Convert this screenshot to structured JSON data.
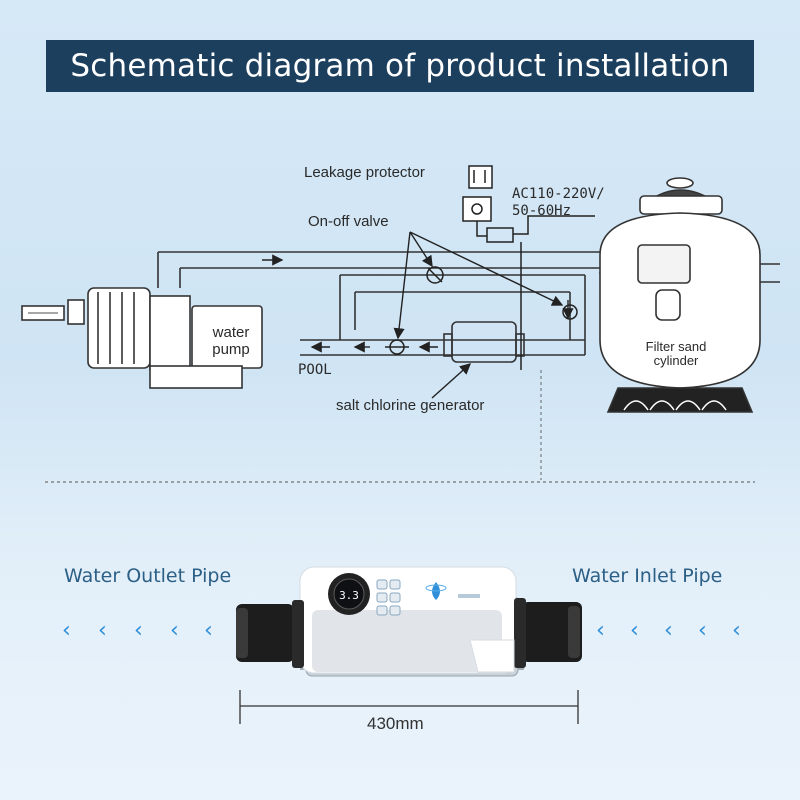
{
  "title": "Schematic diagram of product installation",
  "schematic": {
    "leakage_protector": "Leakage protector",
    "power_line1": "AC110-220V/",
    "power_line2": "50-60Hz",
    "onoff_valve": "On-off valve",
    "water_pump_line1": "water",
    "water_pump_line2": "pump",
    "pool": "POOL",
    "filter_line1": "Filter sand",
    "filter_line2": "cylinder",
    "salt_generator": "salt chlorine generator"
  },
  "product": {
    "outlet_label": "Water Outlet Pipe",
    "inlet_label": "Water Inlet Pipe",
    "dimension": "430mm"
  },
  "colors": {
    "banner": "#1c3f5e",
    "accent_blue": "#2f8fd8",
    "pipe_label": "#2c5f86"
  }
}
